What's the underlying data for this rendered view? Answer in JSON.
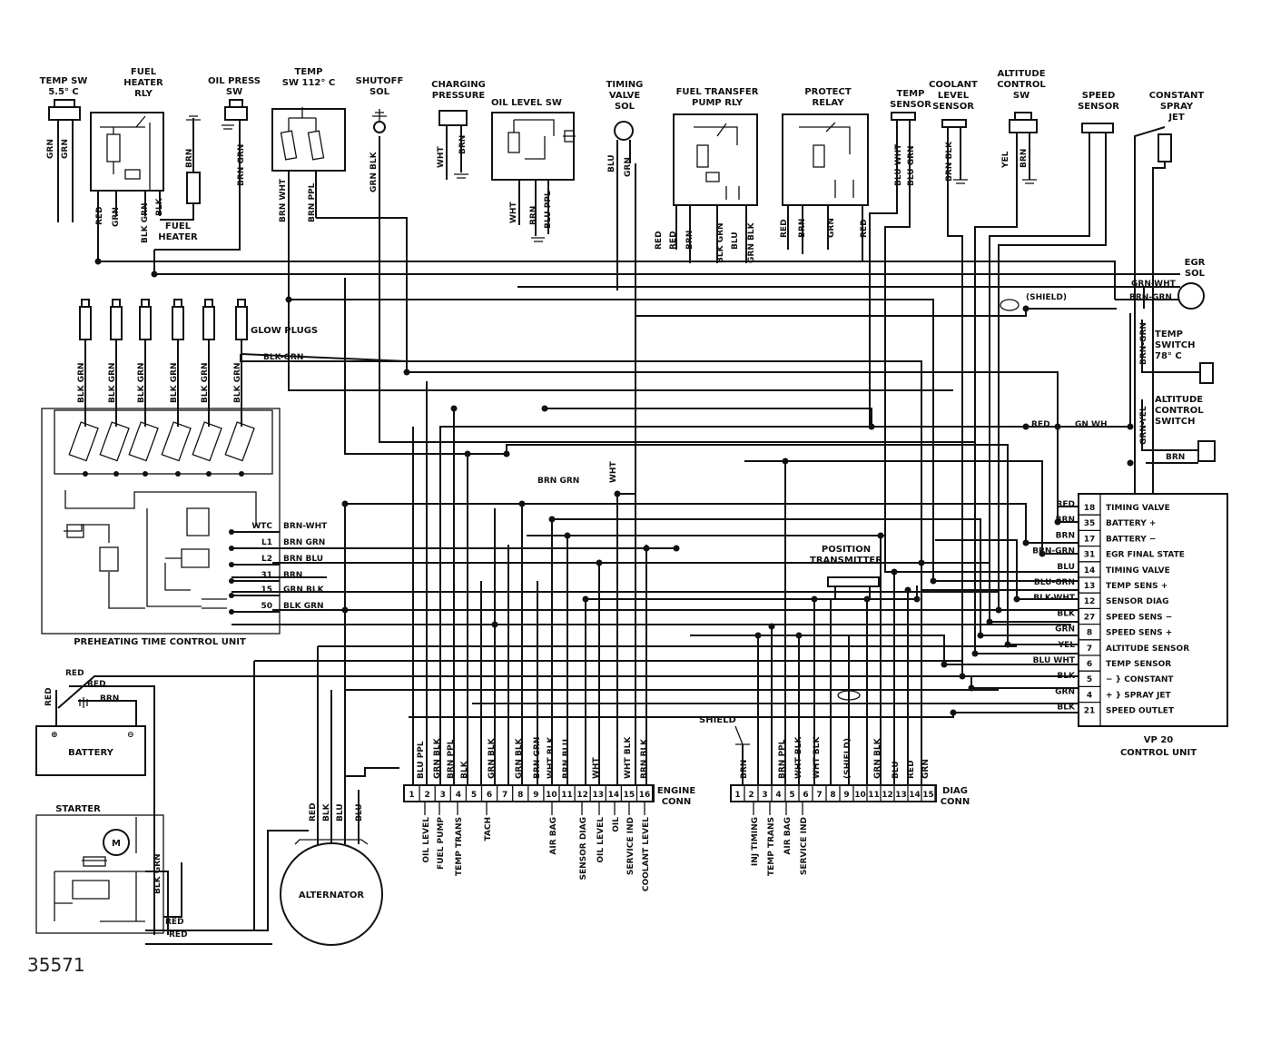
{
  "figure_number": "35571",
  "components": {
    "temp_sw_55": [
      "TEMP SW",
      "5.5° C"
    ],
    "fuel_heater_rly": [
      "FUEL",
      "HEATER",
      "RLY"
    ],
    "oil_press_sw": [
      "OIL PRESS",
      "SW"
    ],
    "temp_sw_112": [
      "TEMP",
      "SW 112° C"
    ],
    "shutoff_sol": [
      "SHUTOFF",
      "SOL"
    ],
    "charging_pressure": [
      "CHARGING",
      "PRESSURE"
    ],
    "oil_level_sw": [
      "OIL LEVEL SW"
    ],
    "timing_valve_sol": [
      "TIMING",
      "VALVE",
      "SOL"
    ],
    "fuel_transfer_pump_rly": [
      "FUEL TRANSFER",
      "PUMP RLY"
    ],
    "protect_relay": [
      "PROTECT",
      "RELAY"
    ],
    "temp_sensor": [
      "TEMP",
      "SENSOR"
    ],
    "coolant_level_sensor": [
      "COOLANT",
      "LEVEL",
      "SENSOR"
    ],
    "altitude_control_sw": [
      "ALTITUDE",
      "CONTROL",
      "SW"
    ],
    "speed_sensor": [
      "SPEED",
      "SENSOR"
    ],
    "constant_spray_jet": [
      "CONSTANT",
      "SPRAY",
      "JET"
    ],
    "egr_sol": [
      "EGR",
      "SOL"
    ],
    "temp_switch_78": [
      "TEMP",
      "SWITCH",
      "78° C"
    ],
    "altitude_control_switch": [
      "ALTITUDE",
      "CONTROL",
      "SWITCH"
    ],
    "fuel_heater": [
      "FUEL",
      "HEATER"
    ],
    "glow_plugs": "GLOW PLUGS",
    "preheating_unit": "PREHEATING TIME CONTROL UNIT",
    "battery": "BATTERY",
    "starter": "STARTER",
    "alternator": "ALTERNATOR",
    "position_transmitter": [
      "POSITION",
      "TRANSMITTER"
    ],
    "shield": "SHIELD",
    "shield_paren": "(SHIELD)",
    "vp20": [
      "VP 20",
      "CONTROL UNIT"
    ],
    "engine_conn": [
      "ENGINE",
      "CONN"
    ],
    "diag_conn": [
      "DIAG",
      "CONN"
    ]
  },
  "wire_labels": {
    "grn": "GRN",
    "red": "RED",
    "blk": "BLK",
    "brn": "BRN",
    "blu": "BLU",
    "yel": "YEL",
    "wht": "WHT",
    "brn_grn": "BRN GRN",
    "brn_wht": "BRN WHT",
    "brn_ppl": "BRN PPL",
    "grn_blk": "GRN BLK",
    "blk_grn": "BLK GRN",
    "blk_grn_d": "BLK-GRN",
    "blu_ppl": "BLU PPL",
    "blu_wht": "BLU WHT",
    "blu_grn": "BLU GRN",
    "brn_blk": "BRN BLK",
    "grn_wht": "GRN-WHT",
    "brn_grn_d": "BRN-GRN",
    "grn_yel": "GRN-YEL",
    "red_b": "RED",
    "gn_wh": "GN WH",
    "brn_grn_h": "BRN GRN",
    "brn_blu": "BRN BLU",
    "brn_wht_h": "BRN-WHT",
    "blk_wht": "BLK-WHT",
    "blu_wht_h": "BLU-WHT",
    "blu_grn_h": "BLU-GRN",
    "wht_blk": "WHT BLK",
    "brn_ppl_s": "BRN PPL"
  },
  "preheat_pins": [
    "WTC",
    "L1",
    "L2",
    "31",
    "15",
    "50"
  ],
  "preheat_wires": [
    "BRN-WHT",
    "BRN GRN",
    "BRN BLU",
    "BRN",
    "GRN BLK",
    "BLK GRN"
  ],
  "vp20_pins": [
    {
      "num": "18",
      "name": "TIMING VALVE",
      "wire": "RED"
    },
    {
      "num": "35",
      "name": "BATTERY +",
      "wire": "BRN"
    },
    {
      "num": "17",
      "name": "BATTERY −",
      "wire": "BRN"
    },
    {
      "num": "31",
      "name": "EGR FINAL STATE",
      "wire": "BRN-GRN"
    },
    {
      "num": "14",
      "name": "TIMING VALVE",
      "wire": "BLU"
    },
    {
      "num": "13",
      "name": "TEMP SENS +",
      "wire": "BLU-GRN"
    },
    {
      "num": "12",
      "name": "SENSOR DIAG",
      "wire": "BLK-WHT"
    },
    {
      "num": "27",
      "name": "SPEED SENS −",
      "wire": "BLK"
    },
    {
      "num": "8",
      "name": "SPEED SENS +",
      "wire": "GRN"
    },
    {
      "num": "7",
      "name": "ALTITUDE SENSOR",
      "wire": "YEL"
    },
    {
      "num": "6",
      "name": "TEMP SENSOR",
      "wire": "BLU WHT"
    },
    {
      "num": "5",
      "name": "− } CONSTANT",
      "wire": "BLK"
    },
    {
      "num": "4",
      "name": "+ } SPRAY JET",
      "wire": "GRN"
    },
    {
      "num": "21",
      "name": "SPEED OUTLET",
      "wire": "BLK"
    }
  ],
  "engine_conn": {
    "wires": [
      "BLU PPL",
      "GRN BLK",
      "BRN PPL",
      "BLK",
      "GRN BLK",
      "GRN BLK",
      "BRN GRN",
      "WHT BLK",
      "BRN BLU",
      "WHT",
      "WHT BLK",
      "BRN BLK"
    ],
    "pins": [
      "1",
      "2",
      "3",
      "4",
      "5",
      "6",
      "7",
      "8",
      "9",
      "10",
      "11",
      "12",
      "13",
      "14",
      "15",
      "16"
    ],
    "functions": [
      "OIL LEVEL",
      "FUEL PUMP",
      "TEMP TRANS",
      "TACH",
      "AIR BAG",
      "SENSOR DIAG",
      "OIL LEVEL",
      "OIL",
      "SERVICE IND",
      "COOLANT LEVEL"
    ]
  },
  "diag_conn": {
    "wires": [
      "BRN",
      "BRN PPL",
      "WHT BLK",
      "WHT BLK",
      "(SHIELD)",
      "GRN BLK",
      "BLU",
      "RED",
      "GRN"
    ],
    "pins": [
      "1",
      "2",
      "3",
      "4",
      "5",
      "6",
      "7",
      "8",
      "9",
      "10",
      "11",
      "12",
      "13",
      "14",
      "15"
    ],
    "functions": [
      "INJ TIMING",
      "TEMP TRANS",
      "AIR BAG",
      "SERVICE IND"
    ]
  },
  "glow_plug_wires": [
    "BLK GRN",
    "BLK GRN",
    "BLK GRN",
    "BLK GRN",
    "BLK GRN",
    "BLK GRN"
  ]
}
